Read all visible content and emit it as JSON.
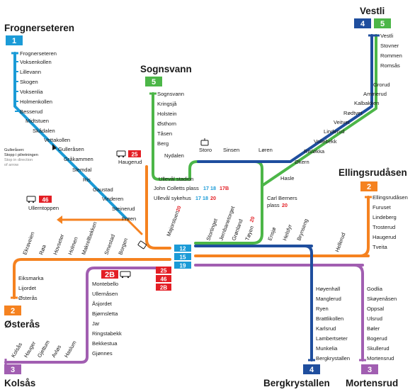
{
  "colors": {
    "line1": "#1b9bd7",
    "line2": "#f58220",
    "line3": "#a15eb1",
    "line4": "#1f4e9e",
    "line5": "#4cb648",
    "tram": "#e31e24",
    "text": "#1a1a1a"
  },
  "terminals": {
    "frognerseteren": "Frognerseteren",
    "sognsvann": "Sognsvann",
    "vestli": "Vestli",
    "ellingsrudasen": "Ellingsrudåsen",
    "osteras": "Østerås",
    "kolsas": "Kolsås",
    "bergkrystallen": "Bergkrystallen",
    "mortensrud": "Mortensrud"
  },
  "badges": {
    "l1": "1",
    "l2": "2",
    "l3": "3",
    "l3b": "3",
    "l4": "4",
    "l4b": "4",
    "l5": "5",
    "l5b": "5",
    "l12": "12",
    "l15": "15",
    "l19": "19",
    "b2b": "2B",
    "b25": "25",
    "b46": "46",
    "c25": "25",
    "c46": "46",
    "c2b": "2B"
  },
  "line1": {
    "stations": [
      "Frognerseteren",
      "Voksenkollen",
      "Lillevann",
      "Skogen",
      "Voksenlia",
      "Holmenkollen",
      "Besserud",
      "Midtstuen",
      "Skådalen",
      "Vettakollen",
      "Gulleråsen",
      "Gråkammen",
      "Slemdal",
      "Ris",
      "Gaustad",
      "Vinderen",
      "Steinerud",
      "Frøen"
    ],
    "note_a": "Gulleråsen:",
    "note_b": "Stopp i pilretningen",
    "note_c": "Stop in direction",
    "note_d": "of arrow"
  },
  "line5_north": {
    "stations": [
      "Sognsvann",
      "Kringsjå",
      "Holstein",
      "Østhorn",
      "Tåsen",
      "Berg"
    ]
  },
  "ring": {
    "ulleval_stadion": "Ullevål stadion",
    "nydalen": "Nydalen",
    "storo": "Storo",
    "sinsen": "Sinsen",
    "loren": "Løren",
    "hasle": "Hasle",
    "carl_berners_a": "Carl Berners",
    "carl_berners_b": "plass",
    "carl_berners_route": "20",
    "john_colletts": "John Colletts plass",
    "john_routes": [
      "17",
      "18",
      "17B"
    ],
    "ulleval_sykehus": "Ullevål sykehus",
    "sykehus_routes": [
      "17",
      "18",
      "20"
    ]
  },
  "vestli_branch": {
    "stations": [
      "Vestli",
      "Stovner",
      "Rommen",
      "Romsås",
      "Grorud",
      "Ammerud",
      "Kalbakken",
      "Rødtvet",
      "Veitvet",
      "Linderud",
      "Vollebekk",
      "Risløkka",
      "Økern"
    ]
  },
  "bus": {
    "route_25": "25",
    "haugerud": "Haugerud",
    "route_46": "46",
    "ullerntoppen": "Ullerntoppen"
  },
  "common_tunnel": {
    "majorstuen": "Majorstuen",
    "majorstuen_route": "20",
    "stations": [
      "Stortinget",
      "Jernbanetorget",
      "Grønland",
      "Tøyen"
    ],
    "toyen_route": "20"
  },
  "west_line2": {
    "stations": [
      "Ekraveien",
      "Røa",
      "Hovseter",
      "Holmen",
      "Makrellbekken",
      "Smestad",
      "Borgen"
    ]
  },
  "osteras_line": {
    "stations": [
      "Eiksmarka",
      "Lijordet",
      "Østerås"
    ]
  },
  "line3_west": {
    "stations": [
      "Montebello",
      "Ullernåsen",
      "Åsjordet",
      "Bjørnsletta",
      "Jar",
      "Ringstabekk",
      "Bekkestua",
      "Gjønnes"
    ],
    "kolsas_stations": [
      "Kolsås",
      "Hauger",
      "Gjettum",
      "Avløs",
      "Haslum"
    ]
  },
  "east_trunk": {
    "stations": [
      "Ensjø",
      "Helsfyr",
      "Brynseng",
      "Hellerud"
    ]
  },
  "ellingsrud_line": {
    "stations": [
      "Ellingsrudåsen",
      "Furuset",
      "Lindeberg",
      "Trosterud",
      "Haugerud",
      "Tveita"
    ]
  },
  "bergkrystallen_line": {
    "stations": [
      "Høyenhall",
      "Manglerud",
      "Ryen",
      "Brattlikollen",
      "Karlsrud",
      "Lambertseter",
      "Munkelia",
      "Bergkrystallen"
    ]
  },
  "mortensrud_line": {
    "stations": [
      "Godlia",
      "Skøyenåsen",
      "Oppsal",
      "Ulsrud",
      "Bøler",
      "Bogerud",
      "Skullerud",
      "Mortensrud"
    ]
  }
}
